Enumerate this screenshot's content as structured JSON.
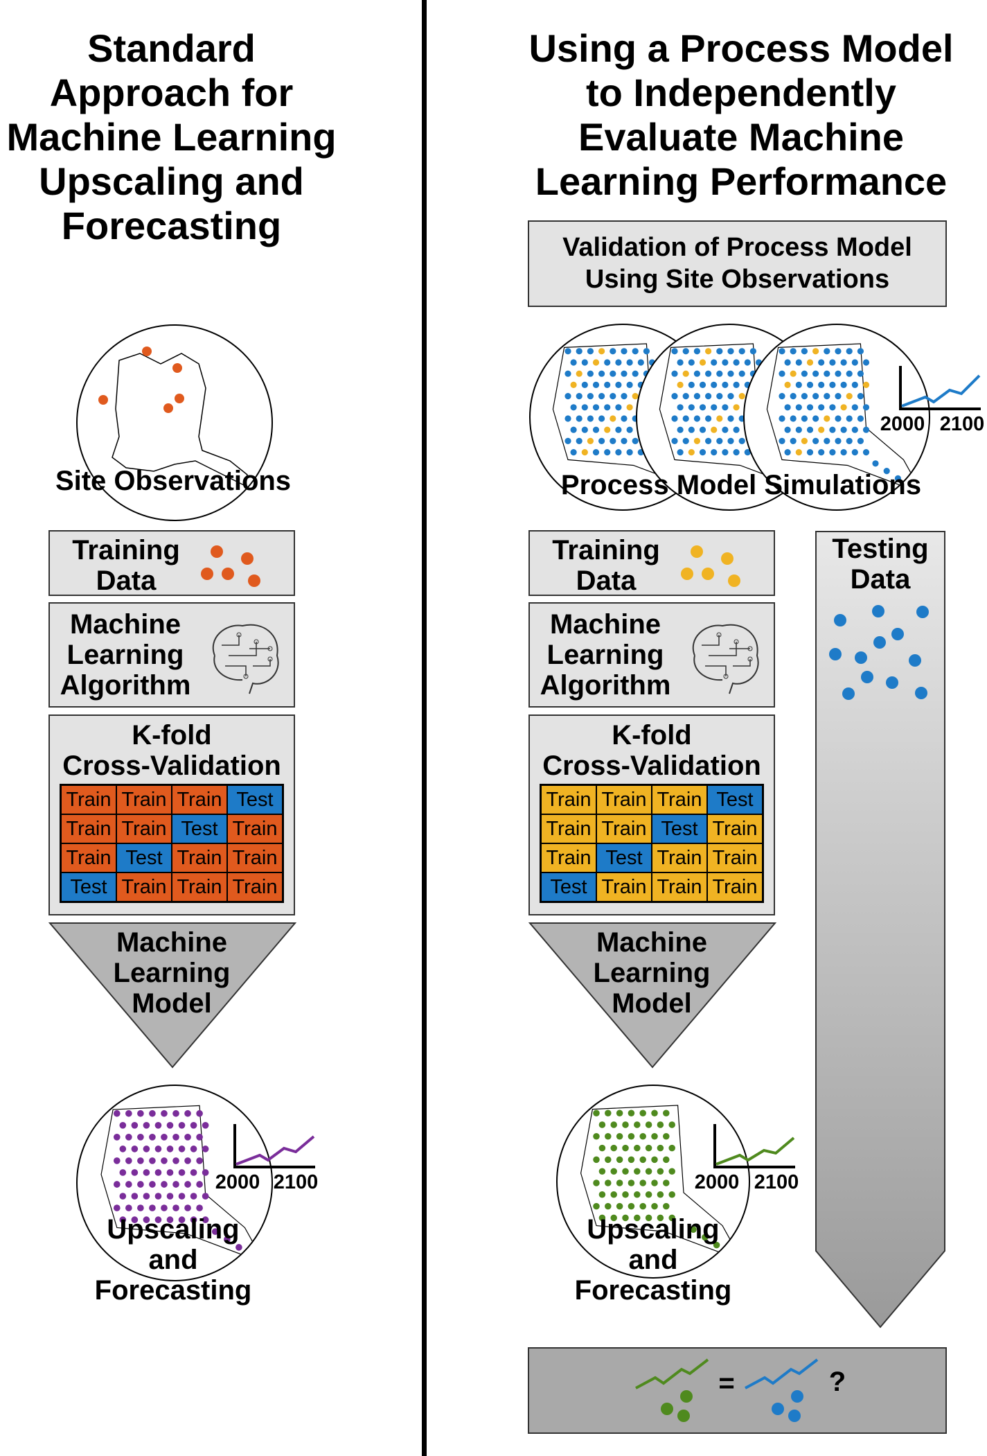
{
  "left": {
    "title": "Standard Approach for Machine Learning Upscaling and Forecasting",
    "title_lines": [
      "Standard",
      "Approach for",
      "Machine Learning",
      "Upscaling and",
      "Forecasting"
    ],
    "site_obs": "Site Observations",
    "training_lines": [
      "Training",
      "Data"
    ],
    "algo_lines": [
      "Machine",
      "Learning",
      "Algorithm"
    ],
    "kfold_lines": [
      "K-fold",
      "Cross-Validation"
    ],
    "model_lines": [
      "Machine",
      "Learning",
      "Model"
    ],
    "upscale_lines": [
      "Upscaling",
      "and",
      "Forecasting"
    ],
    "axis_start": "2000",
    "axis_end": "2100"
  },
  "right": {
    "title": "Using a Process Model to Independently Evaluate Machine Learning Performance",
    "title_lines": [
      "Using a Process Model",
      "to Independently",
      "Evaluate Machine",
      "Learning Performance"
    ],
    "validation_lines": [
      "Validation of Process Model",
      "Using Site Observations"
    ],
    "simulations": "Process Model Simulations",
    "axis_start": "2000",
    "axis_end": "2100",
    "training_lines": [
      "Training",
      "Data"
    ],
    "testing_lines": [
      "Testing",
      "Data"
    ],
    "algo_lines": [
      "Machine",
      "Learning",
      "Algorithm"
    ],
    "kfold_lines": [
      "K-fold",
      "Cross-Validation"
    ],
    "model_lines": [
      "Machine",
      "Learning",
      "Model"
    ],
    "upscale_lines": [
      "Upscaling",
      "and",
      "Forecasting"
    ],
    "upscale_axis_start": "2000",
    "upscale_axis_end": "2100",
    "equals": "=",
    "question": "?"
  },
  "grid": [
    [
      "Train",
      "Train",
      "Train",
      "Test"
    ],
    [
      "Train",
      "Train",
      "Test",
      "Train"
    ],
    [
      "Train",
      "Test",
      "Train",
      "Train"
    ],
    [
      "Test",
      "Train",
      "Train",
      "Train"
    ]
  ],
  "colors": {
    "orange": "#e05a1e",
    "blue": "#1e7bc8",
    "yellow": "#f0b323",
    "purple": "#7a2d9a",
    "green": "#4f8a1e",
    "box": "#e3e3e3",
    "arrow": "#b4b4b4"
  }
}
